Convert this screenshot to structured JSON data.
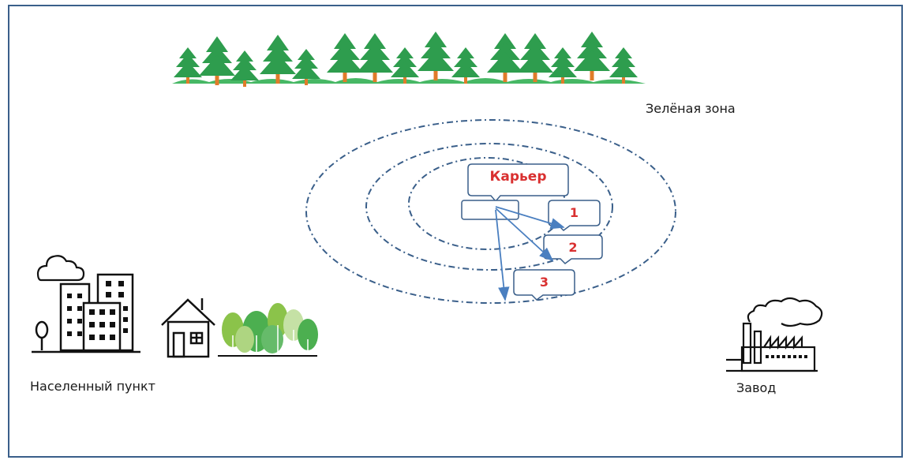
{
  "labels": {
    "green_zone": "Зелёная зона",
    "settlement": "Населенный пункт",
    "factory": "Завод",
    "quarry": "Карьер",
    "zone1": "1",
    "zone2": "2",
    "zone3": "3"
  },
  "colors": {
    "frame": "#3a5f8a",
    "ring": "#3a5f8a",
    "arrow": "#4a7fc0",
    "callout_text": "#d93030",
    "tree_dark": "#2e9d4e",
    "tree_light": "#47b865",
    "trunk": "#e07c2a",
    "grove": "#8bc34a"
  },
  "icons": [
    "forest-icon",
    "city-buildings-icon",
    "cloud-icon",
    "house-icon",
    "grove-icon",
    "factory-icon"
  ]
}
